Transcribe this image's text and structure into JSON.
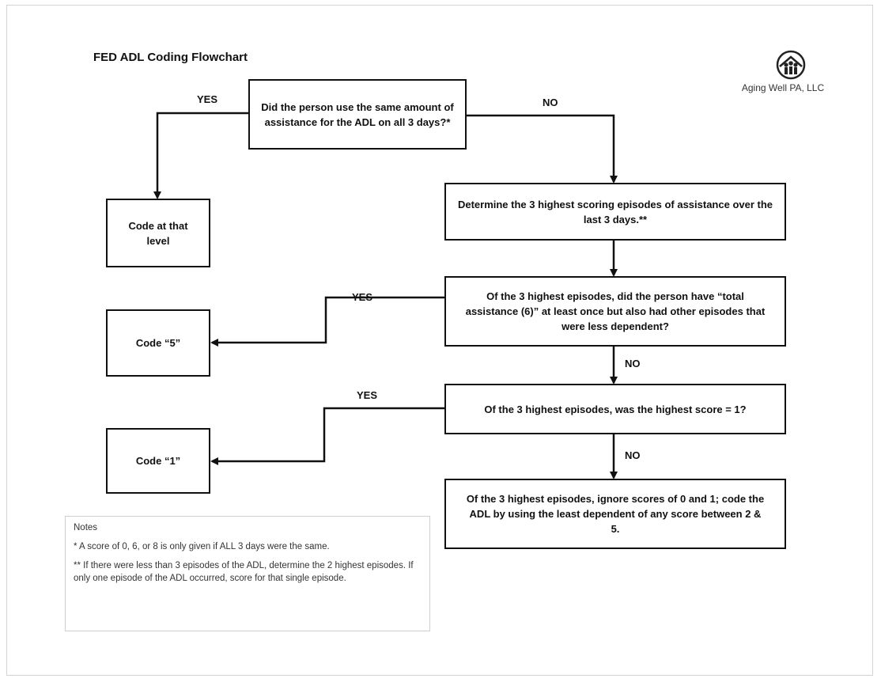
{
  "title": "FED ADL Coding Flowchart",
  "logo": {
    "icon": "people-in-circle-icon",
    "text": "Aging Well PA, LLC"
  },
  "nodes": {
    "q_same": "Did the person use the same amount of assistance for the ADL on all 3 days?*",
    "code_that_level": "Code at that level",
    "determine": "Determine the 3 highest scoring episodes of assistance over the last 3 days.**",
    "q_total": "Of the 3 highest episodes, did the person have “total assistance (6)” at least once but also had other episodes that were less dependent?",
    "code_5": "Code “5”",
    "q_highest1": "Of the 3 highest episodes, was the highest score = 1?",
    "code_1": "Code “1”",
    "final": "Of the 3 highest episodes, ignore scores of 0 and 1; code the ADL by using the least dependent of any score between 2 & 5."
  },
  "labels": {
    "yes_top": "YES",
    "no_top": "NO",
    "yes_total": "YES",
    "no_total": "NO",
    "yes_highest1": "YES",
    "no_highest1": "NO"
  },
  "notes": {
    "heading": "Notes",
    "note1": "* A score of 0, 6, or 8 is only given if ALL 3 days were the same.",
    "note2": "** If there were less than 3 episodes of the ADL, determine the 2 highest episodes.  If only one episode of the ADL occurred, score for that single episode."
  }
}
